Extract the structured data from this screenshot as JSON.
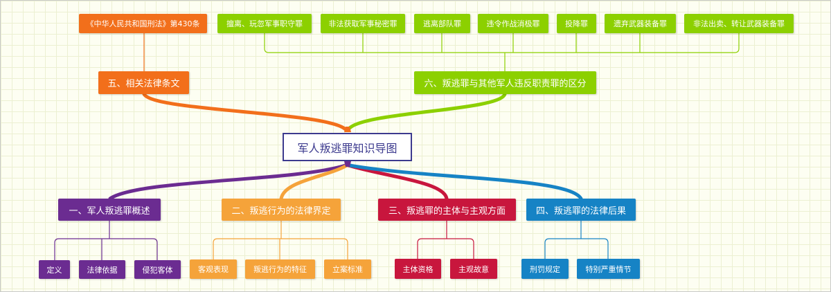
{
  "mindmap": {
    "root": "军人叛逃罪知识导图",
    "colors": {
      "purple": "#6b2c91",
      "orange_light": "#f5a33a",
      "crimson": "#c8163d",
      "blue": "#1683c5",
      "orange": "#f26f1b",
      "green": "#8cd000",
      "root_border": "#3c3a8e"
    },
    "branches": [
      {
        "id": "b1",
        "label": "一、军人叛逃罪概述",
        "color": "#6b2c91",
        "children": [
          "定义",
          "法律依据",
          "侵犯客体"
        ]
      },
      {
        "id": "b2",
        "label": "二、叛逃行为的法律界定",
        "color": "#f5a33a",
        "children": [
          "客观表现",
          "叛逃行为的特征",
          "立案标准"
        ]
      },
      {
        "id": "b3",
        "label": "三、叛逃罪的主体与主观方面",
        "color": "#c8163d",
        "children": [
          "主体资格",
          "主观故意"
        ]
      },
      {
        "id": "b4",
        "label": "四、叛逃罪的法律后果",
        "color": "#1683c5",
        "children": [
          "刑罚规定",
          "特别严重情节"
        ]
      },
      {
        "id": "b5",
        "label": "五、相关法律条文",
        "color": "#f26f1b",
        "children": [
          "《中华人民共和国刑法》第430条"
        ]
      },
      {
        "id": "b6",
        "label": "六、叛逃罪与其他军人违反职责罪的区分",
        "color": "#8cd000",
        "children": [
          "擅离、玩忽军事职守罪",
          "非法获取军事秘密罪",
          "逃离部队罪",
          "违令作战消极罪",
          "投降罪",
          "遗弃武器装备罪",
          "非法出卖、转让武器装备罪"
        ]
      }
    ]
  }
}
